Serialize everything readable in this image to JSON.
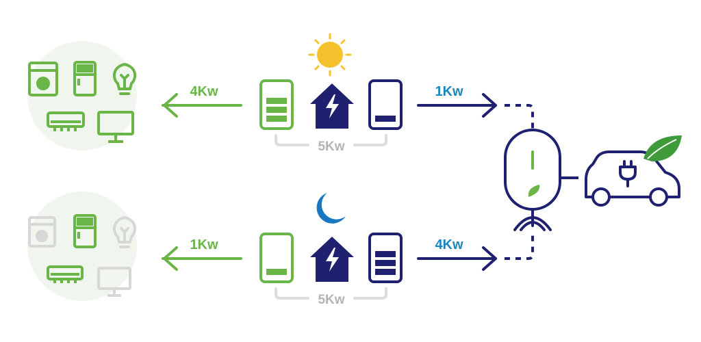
{
  "colors": {
    "green": "#6ab547",
    "green_light_bg": "#f0f6ee",
    "navy": "#1f2170",
    "blue_label": "#1c86c2",
    "gray_bracket": "#dcdcdc",
    "gray_label": "#b3b3b3",
    "faded_icon": "#d7d7d7",
    "sun": "#f5c22e",
    "moon": "#1a78c2",
    "leaf": "#3f9a3a"
  },
  "scenarios": [
    {
      "period": "day",
      "sky_icon": "sun-icon",
      "home_load_label": "4Kw",
      "total_label": "5Kw",
      "ev_charge_label": "1Kw",
      "solar_battery_level": 0.75,
      "ev_battery_level": 0.2
    },
    {
      "period": "night",
      "sky_icon": "moon-icon",
      "home_load_label": "1Kw",
      "total_label": "5Kw",
      "ev_charge_label": "4Kw",
      "solar_battery_level": 0.2,
      "ev_battery_level": 0.75
    }
  ],
  "appliance_icons": [
    "washing-machine-icon",
    "fridge-icon",
    "light-bulb-icon",
    "air-conditioner-icon",
    "monitor-icon"
  ],
  "ev_icons": [
    "ev-charger-icon",
    "electric-car-icon",
    "leaf-icon",
    "plug-icon"
  ]
}
